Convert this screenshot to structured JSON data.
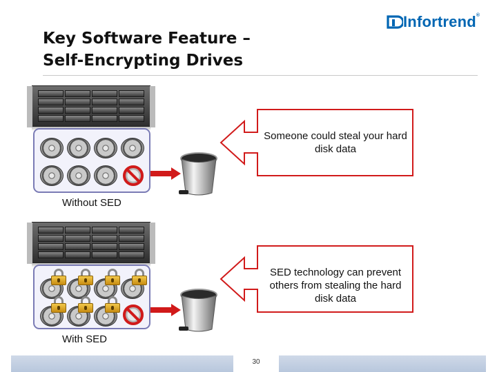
{
  "header": {
    "title_line1": "Key Software Feature –",
    "title_line2": "Self-Encrypting Drives",
    "logo_text": "Infortrend",
    "logo_mark": "®"
  },
  "sections": [
    {
      "label": "Without SED",
      "callout": "Someone could steal your hard disk data",
      "encrypted": false
    },
    {
      "label": "With SED",
      "callout": "SED technology can prevent others from stealing the hard disk data",
      "encrypted": true
    }
  ],
  "footer": {
    "page_number": "30"
  },
  "colors": {
    "brand": "#0066b3",
    "alert": "#d11a1a",
    "callout_border": "#d11a1a",
    "disk_group_border": "#7a7bb5",
    "footer_bar": "#c4d1e3"
  },
  "icons": [
    "infortrend-logo-icon",
    "storage-rack-icon",
    "hard-disk-icon",
    "padlock-icon",
    "no-entry-icon",
    "arrow-right-icon",
    "trash-can-icon"
  ]
}
